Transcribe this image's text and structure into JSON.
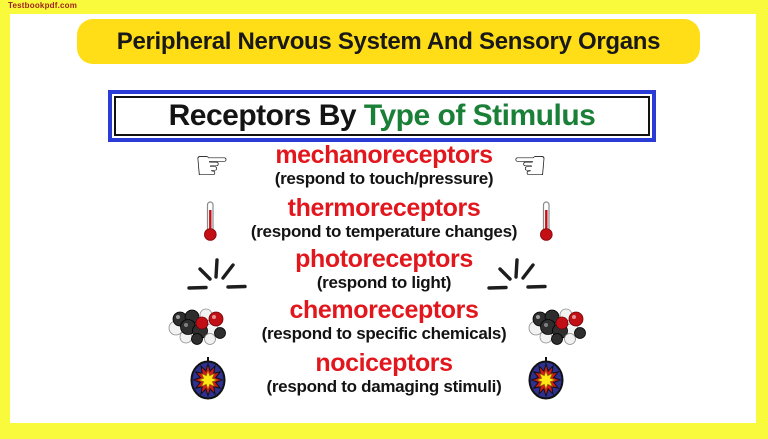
{
  "watermark": "Testbookpdf.com",
  "banner": {
    "title": "Peripheral Nervous System And Sensory Organs"
  },
  "heading": {
    "black_part": "Receptors By",
    "green_part": "Type of Stimulus"
  },
  "receptors": [
    {
      "name": "mechanoreceptors",
      "description": "(respond to touch/pressure)",
      "icon": "pointing-hand-icon"
    },
    {
      "name": "thermoreceptors",
      "description": "(respond to temperature changes)",
      "icon": "thermometer-icon"
    },
    {
      "name": "photoreceptors",
      "description": "(respond to light)",
      "icon": "light-rays-icon"
    },
    {
      "name": "chemoreceptors",
      "description": "(respond to specific chemicals)",
      "icon": "molecule-icon"
    },
    {
      "name": "nociceptors",
      "description": "(respond to damaging stimuli)",
      "icon": "pain-burst-icon"
    }
  ],
  "icons": {
    "hand_right_glyph": "☞",
    "hand_left_glyph": "☜"
  },
  "colors": {
    "frame_yellow": "#FAFA3C",
    "banner_gold": "#FFDD17",
    "accent_red": "#E2171E",
    "accent_green": "#1A7F37",
    "box_border_blue": "#2B3CD6",
    "text_black": "#141414",
    "watermark_red": "#9C1F1F"
  }
}
